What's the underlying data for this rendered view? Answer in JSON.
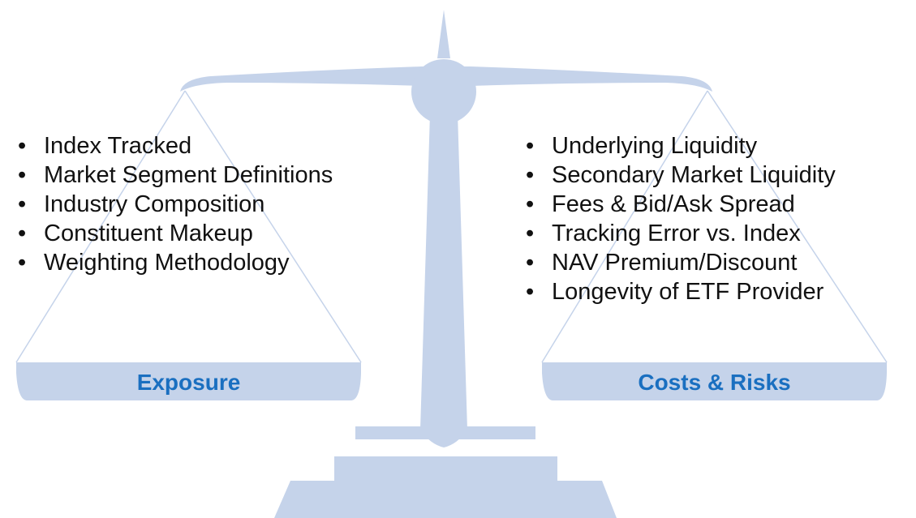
{
  "left_pan": {
    "label": "Exposure",
    "items": [
      "Index Tracked",
      "Market Segment Definitions",
      "Industry Composition",
      "Constituent Makeup",
      "Weighting Methodology"
    ]
  },
  "right_pan": {
    "label": "Costs & Risks",
    "items": [
      "Underlying Liquidity",
      "Secondary Market Liquidity",
      "Fees & Bid/Ask Spread",
      "Tracking Error vs. Index",
      "NAV Premium/Discount",
      "Longevity of ETF Provider"
    ]
  },
  "colors": {
    "scale_fill": "#c5d3ea",
    "label_text": "#1a6fc0",
    "string_line": "#c5d3ea"
  }
}
